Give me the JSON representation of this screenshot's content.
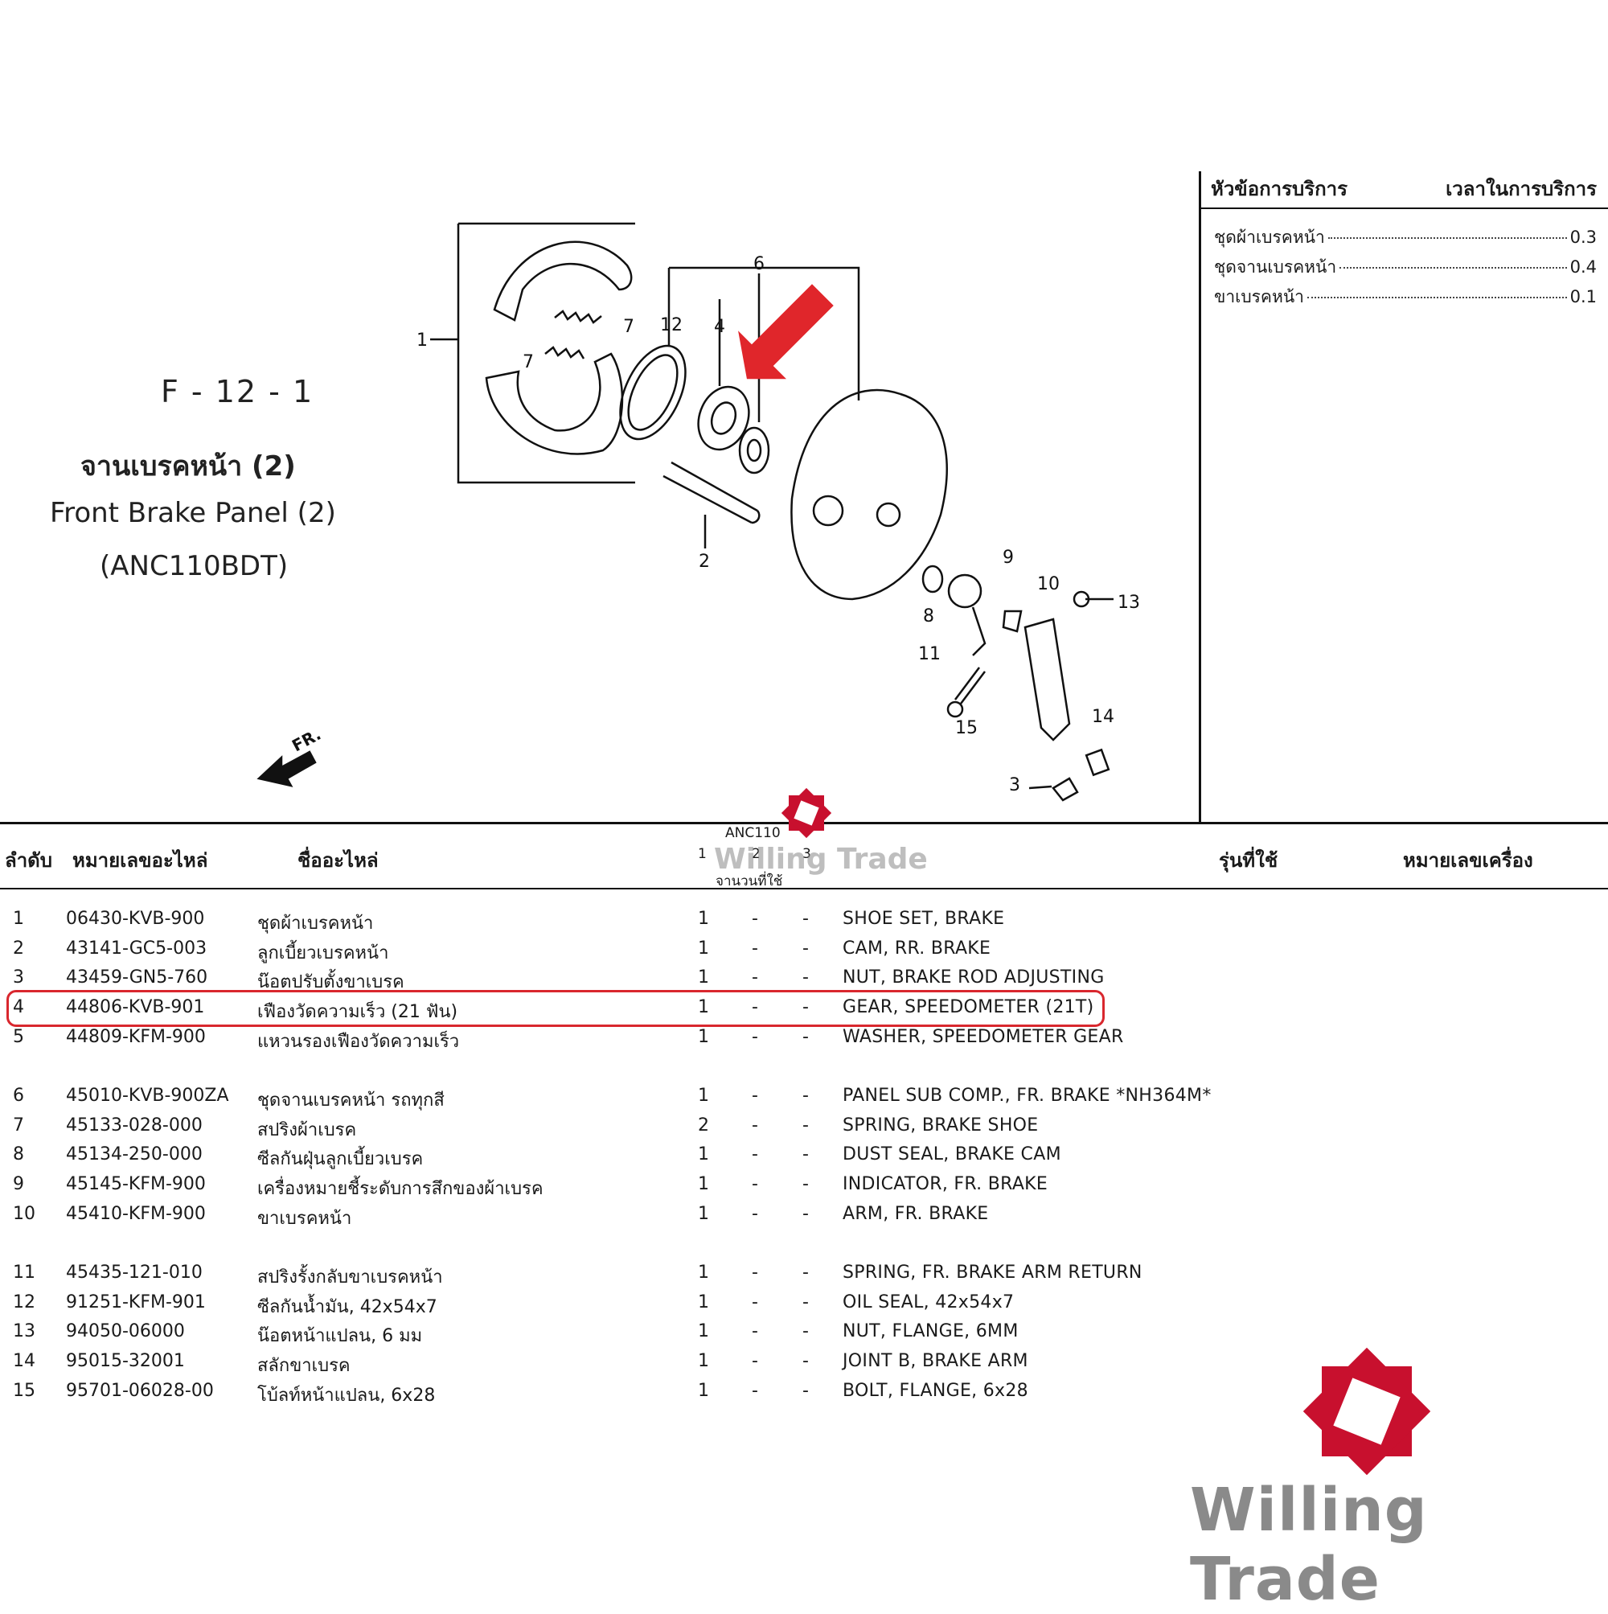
{
  "figure": {
    "code": "F - 12 - 1",
    "title_th": "จานเบรคหน้า (2)",
    "title_en": "Front Brake Panel (2)",
    "model": "(ANC110BDT)",
    "callouts": [
      "1",
      "7",
      "7",
      "12",
      "4",
      "6",
      "2",
      "9",
      "10",
      "13",
      "8",
      "11",
      "15",
      "14",
      "3"
    ],
    "direction_label": "FR."
  },
  "service": {
    "header_left": "หัวข้อการบริการ",
    "header_right": "เวลาในการบริการ",
    "items": [
      {
        "name": "ชุดผ้าเบรคหน้า",
        "time": "0.3"
      },
      {
        "name": "ชุดจานเบรคหน้า",
        "time": "0.4"
      },
      {
        "name": "ขาเบรคหน้า",
        "time": "0.1"
      }
    ]
  },
  "table": {
    "headers": {
      "no": "ลำดับ",
      "part_no": "หมายเลขอะไหล่",
      "name": "ชื่ออะไหล่",
      "model_group": "ANC110",
      "qty_cols": [
        "1",
        "2",
        "3"
      ],
      "qty_label": "จานวนที่ใช้",
      "model_used": "รุ่นที่ใช้",
      "engine_no": "หมายเลขเครื่อง"
    },
    "rows": [
      {
        "no": "1",
        "part_no": "06430-KVB-900",
        "name_th": "ชุดผ้าเบรคหน้า",
        "q1": "1",
        "q2": "-",
        "q3": "-",
        "name_en": "SHOE SET, BRAKE"
      },
      {
        "no": "2",
        "part_no": "43141-GC5-003",
        "name_th": "ลูกเบี้ยวเบรคหน้า",
        "q1": "1",
        "q2": "-",
        "q3": "-",
        "name_en": "CAM, RR. BRAKE"
      },
      {
        "no": "3",
        "part_no": "43459-GN5-760",
        "name_th": "น๊อตปรับตั้งขาเบรค",
        "q1": "1",
        "q2": "-",
        "q3": "-",
        "name_en": "NUT, BRAKE ROD ADJUSTING"
      },
      {
        "no": "4",
        "part_no": "44806-KVB-901",
        "name_th": "เฟืองวัดความเร็ว (21 ฟัน)",
        "q1": "1",
        "q2": "-",
        "q3": "-",
        "name_en": "GEAR, SPEEDOMETER (21T)"
      },
      {
        "no": "5",
        "part_no": "44809-KFM-900",
        "name_th": "แหวนรองเฟืองวัดความเร็ว",
        "q1": "1",
        "q2": "-",
        "q3": "-",
        "name_en": "WASHER, SPEEDOMETER GEAR"
      },
      {
        "no": "6",
        "part_no": "45010-KVB-900ZA",
        "name_th": "ชุดจานเบรคหน้า รถทุกสี",
        "q1": "1",
        "q2": "-",
        "q3": "-",
        "name_en": "PANEL SUB COMP., FR. BRAKE *NH364M*"
      },
      {
        "no": "7",
        "part_no": "45133-028-000",
        "name_th": "สปริงผ้าเบรค",
        "q1": "2",
        "q2": "-",
        "q3": "-",
        "name_en": "SPRING, BRAKE SHOE"
      },
      {
        "no": "8",
        "part_no": "45134-250-000",
        "name_th": "ซีลกันฝุ่นลูกเบี้ยวเบรค",
        "q1": "1",
        "q2": "-",
        "q3": "-",
        "name_en": "DUST SEAL, BRAKE CAM"
      },
      {
        "no": "9",
        "part_no": "45145-KFM-900",
        "name_th": "เครื่องหมายชี้ระดับการสึกของผ้าเบรค",
        "q1": "1",
        "q2": "-",
        "q3": "-",
        "name_en": "INDICATOR, FR. BRAKE"
      },
      {
        "no": "10",
        "part_no": "45410-KFM-900",
        "name_th": "ขาเบรคหน้า",
        "q1": "1",
        "q2": "-",
        "q3": "-",
        "name_en": "ARM, FR. BRAKE"
      },
      {
        "no": "11",
        "part_no": "45435-121-010",
        "name_th": "สปริงรั้งกลับขาเบรคหน้า",
        "q1": "1",
        "q2": "-",
        "q3": "-",
        "name_en": "SPRING, FR. BRAKE ARM RETURN"
      },
      {
        "no": "12",
        "part_no": "91251-KFM-901",
        "name_th": "ซีลกันน้ำมัน, 42x54x7",
        "q1": "1",
        "q2": "-",
        "q3": "-",
        "name_en": "OIL SEAL, 42x54x7"
      },
      {
        "no": "13",
        "part_no": "94050-06000",
        "name_th": "น๊อตหน้าแปลน, 6 มม",
        "q1": "1",
        "q2": "-",
        "q3": "-",
        "name_en": "NUT, FLANGE, 6MM"
      },
      {
        "no": "14",
        "part_no": "95015-32001",
        "name_th": "สลักขาเบรค",
        "q1": "1",
        "q2": "-",
        "q3": "-",
        "name_en": "JOINT B, BRAKE ARM"
      },
      {
        "no": "15",
        "part_no": "95701-06028-00",
        "name_th": "โบ้ลท์หน้าแปลน, 6x28",
        "q1": "1",
        "q2": "-",
        "q3": "-",
        "name_en": "BOLT, FLANGE, 6x28"
      }
    ]
  },
  "watermark": {
    "brand": "Willing Trade"
  },
  "colors": {
    "highlight": "#d9272e",
    "arrow": "#e0262b",
    "logo_red": "#c8102e",
    "watermark_gray": "#8a8a8a"
  }
}
